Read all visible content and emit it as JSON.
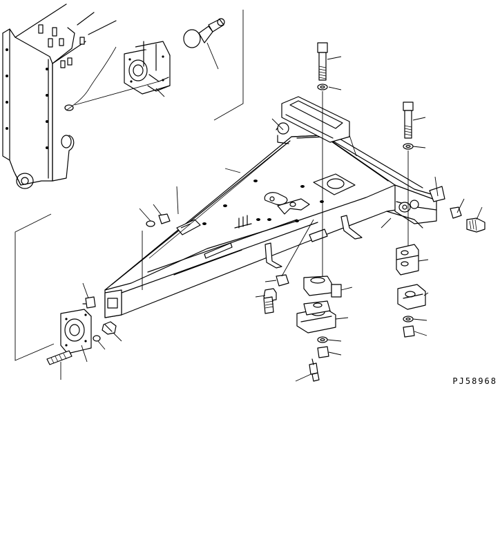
{
  "figure": {
    "drawing_code": "PJ58968"
  },
  "style": {
    "line_color": "#000000",
    "background": "#ffffff"
  },
  "parts": [
    {
      "name": "frame-side-plate"
    },
    {
      "name": "drawbar-frame"
    },
    {
      "name": "mount-flange-top"
    },
    {
      "name": "ball-joint"
    },
    {
      "name": "bolt-long-top"
    },
    {
      "name": "bolt-long-right"
    },
    {
      "name": "cap-upper"
    },
    {
      "name": "cap-lower"
    },
    {
      "name": "stud-bolt"
    },
    {
      "name": "flange-lower"
    },
    {
      "name": "grease-fitting"
    }
  ]
}
